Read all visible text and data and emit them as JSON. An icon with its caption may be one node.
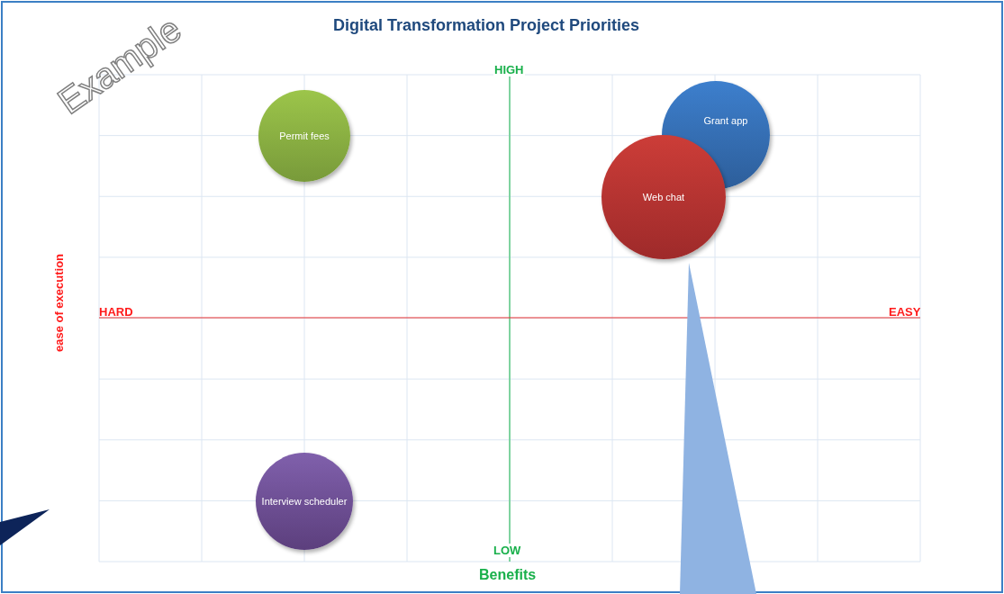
{
  "diagram": {
    "title": "Digital Transformation Project Priorities",
    "nodes": [
      {
        "text": [
          "Permit fees"
        ]
      },
      {
        "text": [
          "Grant app"
        ]
      },
      {
        "text": [
          "Web chat"
        ]
      },
      {
        "text": [
          "Interview scheduler"
        ]
      },
      {
        "text": [],
        "shape": "triangle"
      },
      {
        "text": [],
        "shape": "triangle"
      }
    ],
    "labels": [
      "Example",
      "HIGH",
      "HARD",
      "EASY",
      "ease of execution",
      "LOW",
      "Benefits"
    ]
  }
}
